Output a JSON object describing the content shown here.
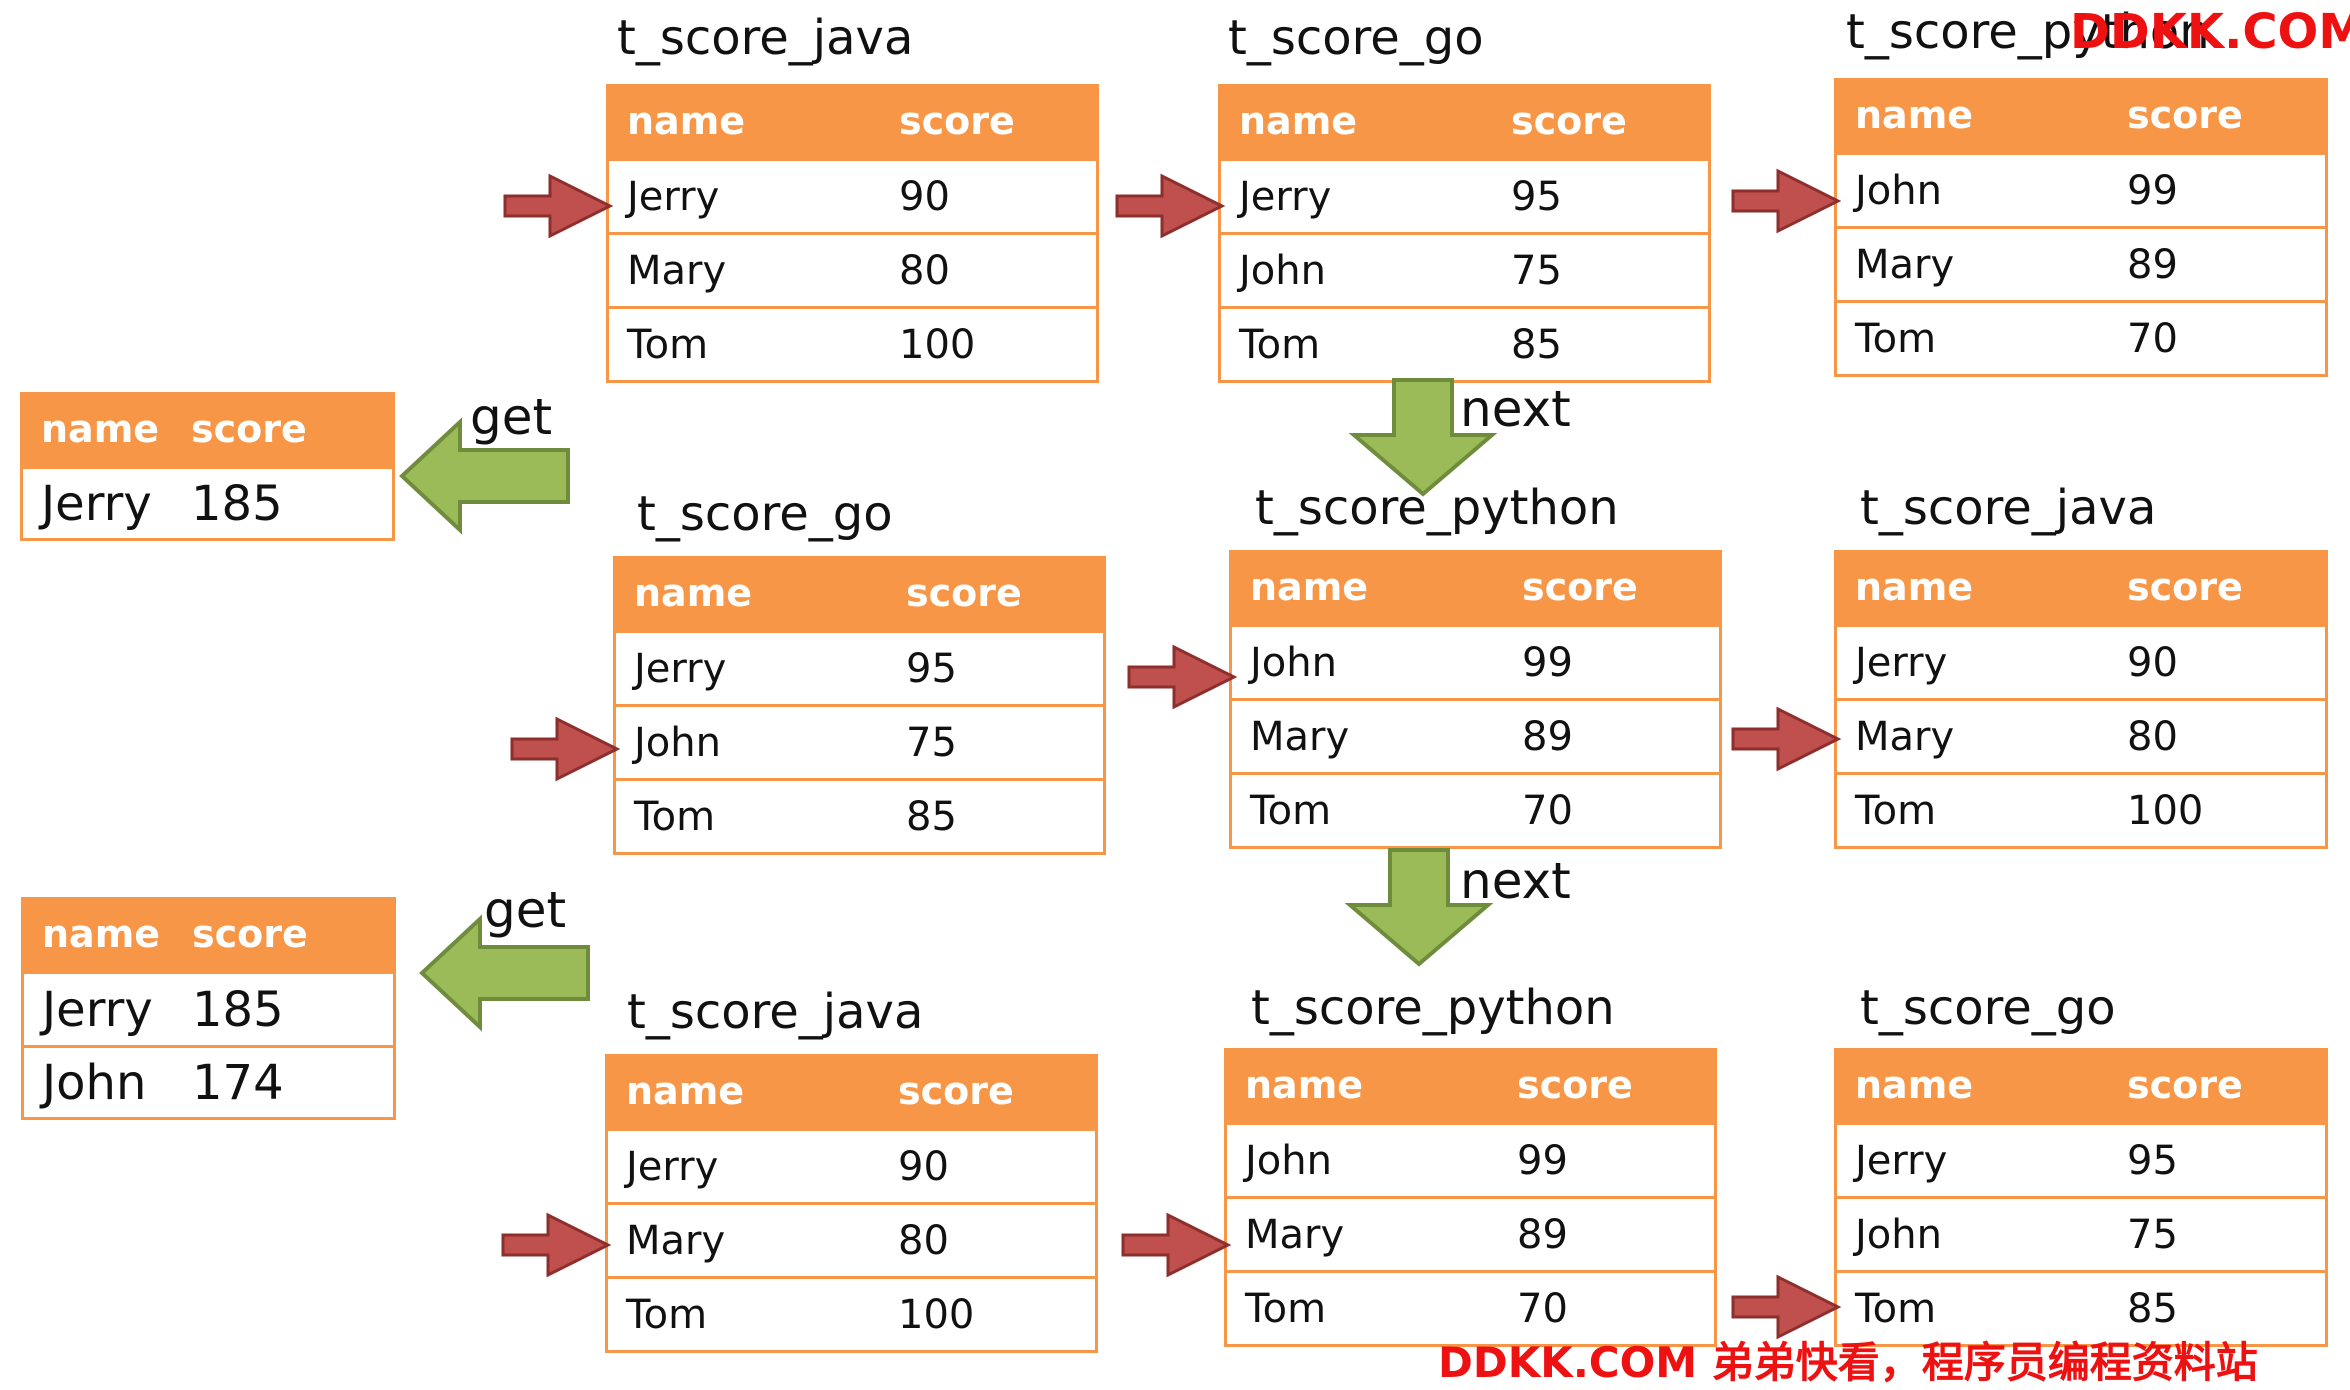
{
  "header": {
    "name": "name",
    "score": "score"
  },
  "panels": [
    {
      "title": "t_score_java",
      "rows": [
        {
          "name": "Jerry",
          "score": "90"
        },
        {
          "name": "Mary",
          "score": "80"
        },
        {
          "name": "Tom",
          "score": "100"
        }
      ]
    },
    {
      "title": "t_score_go",
      "rows": [
        {
          "name": "Jerry",
          "score": "95"
        },
        {
          "name": "John",
          "score": "75"
        },
        {
          "name": "Tom",
          "score": "85"
        }
      ]
    },
    {
      "title": "t_score_python",
      "rows": [
        {
          "name": "John",
          "score": "99"
        },
        {
          "name": "Mary",
          "score": "89"
        },
        {
          "name": "Tom",
          "score": "70"
        }
      ]
    },
    {
      "title": "t_score_go",
      "rows": [
        {
          "name": "Jerry",
          "score": "95"
        },
        {
          "name": "John",
          "score": "75"
        },
        {
          "name": "Tom",
          "score": "85"
        }
      ]
    },
    {
      "title": "t_score_python",
      "rows": [
        {
          "name": "John",
          "score": "99"
        },
        {
          "name": "Mary",
          "score": "89"
        },
        {
          "name": "Tom",
          "score": "70"
        }
      ]
    },
    {
      "title": "t_score_java",
      "rows": [
        {
          "name": "Jerry",
          "score": "90"
        },
        {
          "name": "Mary",
          "score": "80"
        },
        {
          "name": "Tom",
          "score": "100"
        }
      ]
    },
    {
      "title": "t_score_java",
      "rows": [
        {
          "name": "Jerry",
          "score": "90"
        },
        {
          "name": "Mary",
          "score": "80"
        },
        {
          "name": "Tom",
          "score": "100"
        }
      ]
    },
    {
      "title": "t_score_python",
      "rows": [
        {
          "name": "John",
          "score": "99"
        },
        {
          "name": "Mary",
          "score": "89"
        },
        {
          "name": "Tom",
          "score": "70"
        }
      ]
    },
    {
      "title": "t_score_go",
      "rows": [
        {
          "name": "Jerry",
          "score": "95"
        },
        {
          "name": "John",
          "score": "75"
        },
        {
          "name": "Tom",
          "score": "85"
        }
      ]
    }
  ],
  "results": [
    {
      "rows": [
        {
          "name": "Jerry",
          "score": "185"
        }
      ]
    },
    {
      "rows": [
        {
          "name": "Jerry",
          "score": "185"
        },
        {
          "name": "John",
          "score": "174"
        }
      ]
    }
  ],
  "labels": {
    "get": "get",
    "next": "next"
  },
  "watermark": {
    "top": "DDKK.COM",
    "bottom": "DDKK.COM 弟弟快看，程序员编程资料站"
  },
  "colors": {
    "header": "#f79646",
    "pointer_arrow": "#c0504d",
    "flow_arrow": "#9bbb59",
    "watermark": "#ee1111"
  }
}
